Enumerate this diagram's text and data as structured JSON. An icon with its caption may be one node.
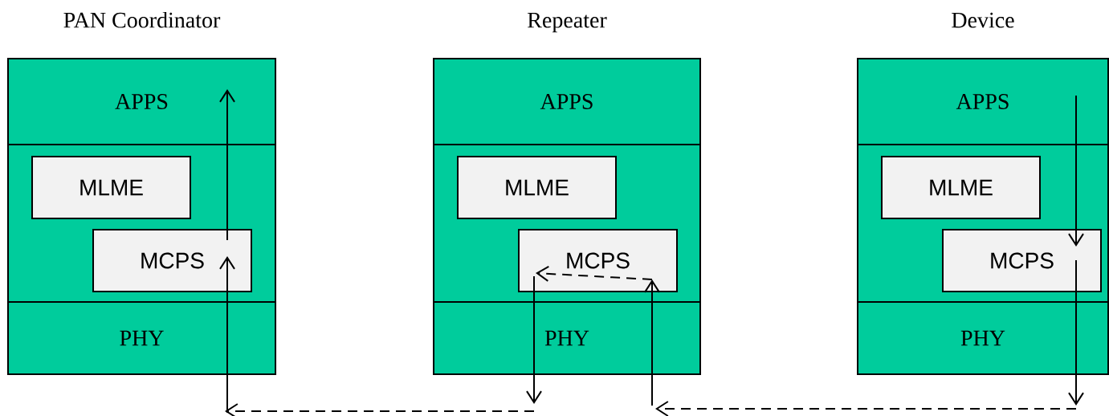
{
  "diagram": {
    "nodes": [
      {
        "text": [
          "PAN Coordinator"
        ]
      },
      {
        "text": [
          "APPS"
        ],
        "in": 0
      },
      {
        "text": [
          "MLME"
        ],
        "in": 0
      },
      {
        "text": [
          "MCPS"
        ],
        "in": 0
      },
      {
        "text": [
          "PHY"
        ],
        "in": 0
      },
      {
        "text": [
          "Repeater"
        ]
      },
      {
        "text": [
          "APPS"
        ],
        "in": 5
      },
      {
        "text": [
          "MLME"
        ],
        "in": 5
      },
      {
        "text": [
          "MCPS"
        ],
        "in": 5
      },
      {
        "text": [
          "PHY"
        ],
        "in": 5
      },
      {
        "text": [
          "Device"
        ]
      },
      {
        "text": [
          "APPS"
        ],
        "in": 10
      },
      {
        "text": [
          "MLME"
        ],
        "in": 10
      },
      {
        "text": [
          "MCPS"
        ],
        "in": 10
      },
      {
        "text": [
          "PHY"
        ],
        "in": 10
      }
    ],
    "edges": [
      {
        "from": 11,
        "to": 13,
        "arrow": "to"
      },
      {
        "from": 13,
        "to": null,
        "arrow": "to"
      },
      {
        "from": null,
        "to": 8,
        "arrow": "to"
      },
      {
        "from": 8,
        "to": null,
        "arrow": "to"
      },
      {
        "from": null,
        "to": 3,
        "arrow": "to"
      },
      {
        "from": 3,
        "to": 1,
        "arrow": "to"
      }
    ]
  }
}
